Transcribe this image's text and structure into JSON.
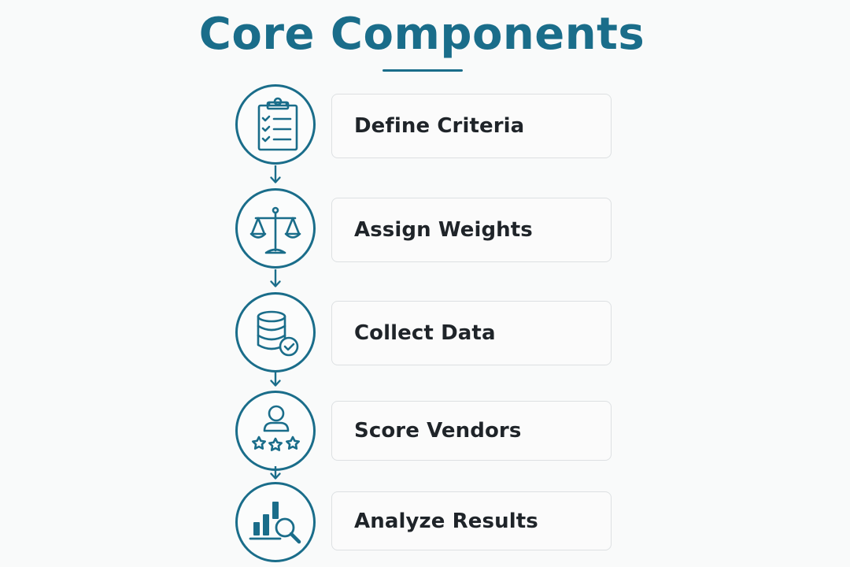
{
  "title": "Core Components",
  "colors": {
    "accent": "#1a6d8a",
    "text": "#1f2429",
    "card_border": "#dde0e2",
    "background": "#f9fafa"
  },
  "steps": [
    {
      "label": "Define Criteria",
      "icon": "clipboard-checklist-icon"
    },
    {
      "label": "Assign Weights",
      "icon": "balance-scale-icon"
    },
    {
      "label": "Collect Data",
      "icon": "database-check-icon"
    },
    {
      "label": "Score Vendors",
      "icon": "person-stars-icon"
    },
    {
      "label": "Analyze Results",
      "icon": "bar-chart-magnifier-icon"
    }
  ]
}
